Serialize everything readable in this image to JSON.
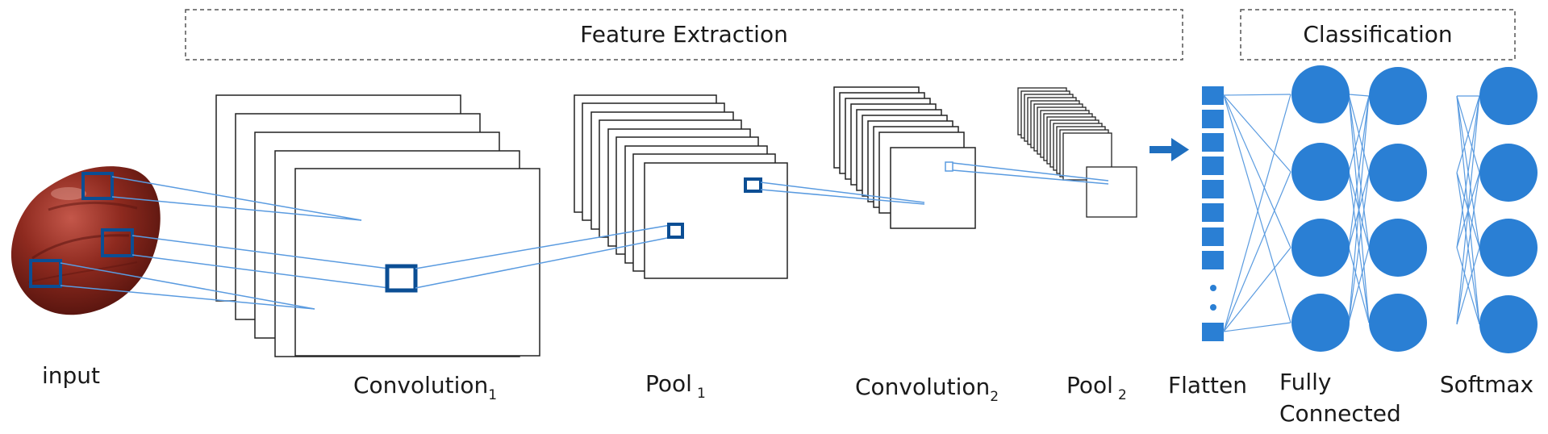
{
  "sections": {
    "feature_extraction": "Feature Extraction",
    "classification": "Classification"
  },
  "labels": {
    "input": "input",
    "conv1": "Convolution",
    "conv1_sub": "1",
    "pool1": "Pool",
    "pool1_sub": "1",
    "conv2": "Convolution",
    "conv2_sub": "2",
    "pool2": "Pool",
    "pool2_sub": "2",
    "flatten": "Flatten",
    "fc_line1": "Fully",
    "fc_line2": "Connected",
    "softmax": "Softmax"
  },
  "colors": {
    "accent": "#1f6fbf",
    "node": "#2a7fd4",
    "line": "#5a9be0",
    "box_stroke": "#0b4e94",
    "input_object": "#7a1e16"
  }
}
